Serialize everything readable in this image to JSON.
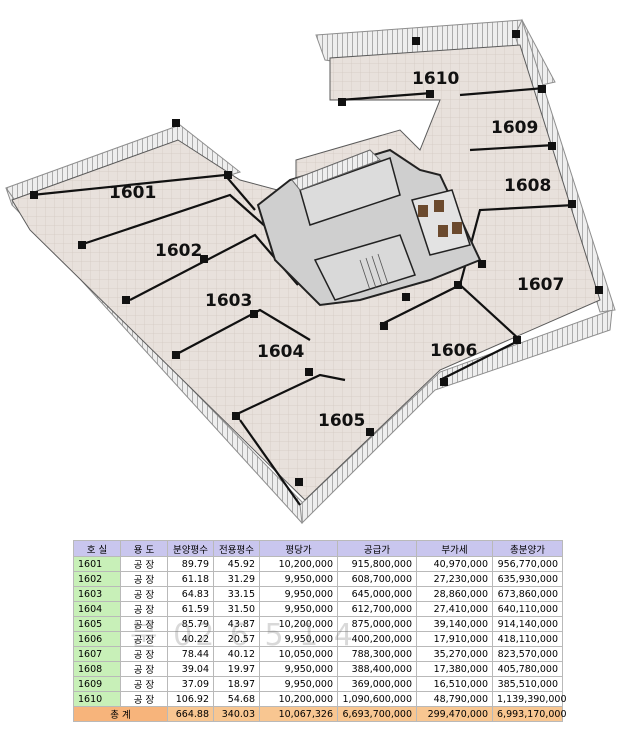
{
  "units": [
    {
      "label": "1601"
    },
    {
      "label": "1602"
    },
    {
      "label": "1603"
    },
    {
      "label": "1604"
    },
    {
      "label": "1605"
    },
    {
      "label": "1606"
    },
    {
      "label": "1607"
    },
    {
      "label": "1608"
    },
    {
      "label": "1609"
    },
    {
      "label": "1610"
    }
  ],
  "watermark": "분 02 6 5 1 4",
  "table": {
    "headers": [
      "호 실",
      "용 도",
      "분양평수",
      "전용평수",
      "평당가",
      "공급가",
      "부가세",
      "총분양가"
    ],
    "rows": [
      [
        "1601",
        "공 장",
        "89.79",
        "45.92",
        "10,200,000",
        "915,800,000",
        "40,970,000",
        "956,770,000"
      ],
      [
        "1602",
        "공 장",
        "61.18",
        "31.29",
        "9,950,000",
        "608,700,000",
        "27,230,000",
        "635,930,000"
      ],
      [
        "1603",
        "공 장",
        "64.83",
        "33.15",
        "9,950,000",
        "645,000,000",
        "28,860,000",
        "673,860,000"
      ],
      [
        "1604",
        "공 장",
        "61.59",
        "31.50",
        "9,950,000",
        "612,700,000",
        "27,410,000",
        "640,110,000"
      ],
      [
        "1605",
        "공 장",
        "85.79",
        "43.87",
        "10,200,000",
        "875,000,000",
        "39,140,000",
        "914,140,000"
      ],
      [
        "1606",
        "공 장",
        "40.22",
        "20.57",
        "9,950,000",
        "400,200,000",
        "17,910,000",
        "418,110,000"
      ],
      [
        "1607",
        "공 장",
        "78.44",
        "40.12",
        "10,050,000",
        "788,300,000",
        "35,270,000",
        "823,570,000"
      ],
      [
        "1608",
        "공 장",
        "39.04",
        "19.97",
        "9,950,000",
        "388,400,000",
        "17,380,000",
        "405,780,000"
      ],
      [
        "1609",
        "공 장",
        "37.09",
        "18.97",
        "9,950,000",
        "369,000,000",
        "16,510,000",
        "385,510,000"
      ],
      [
        "1610",
        "공 장",
        "106.92",
        "54.68",
        "10,200,000",
        "1,090,600,000",
        "48,790,000",
        "1,139,390,000"
      ]
    ],
    "total": [
      "총 계",
      "664.88",
      "340.03",
      "10,067,326",
      "6,693,700,000",
      "299,470,000",
      "6,993,170,000"
    ]
  }
}
